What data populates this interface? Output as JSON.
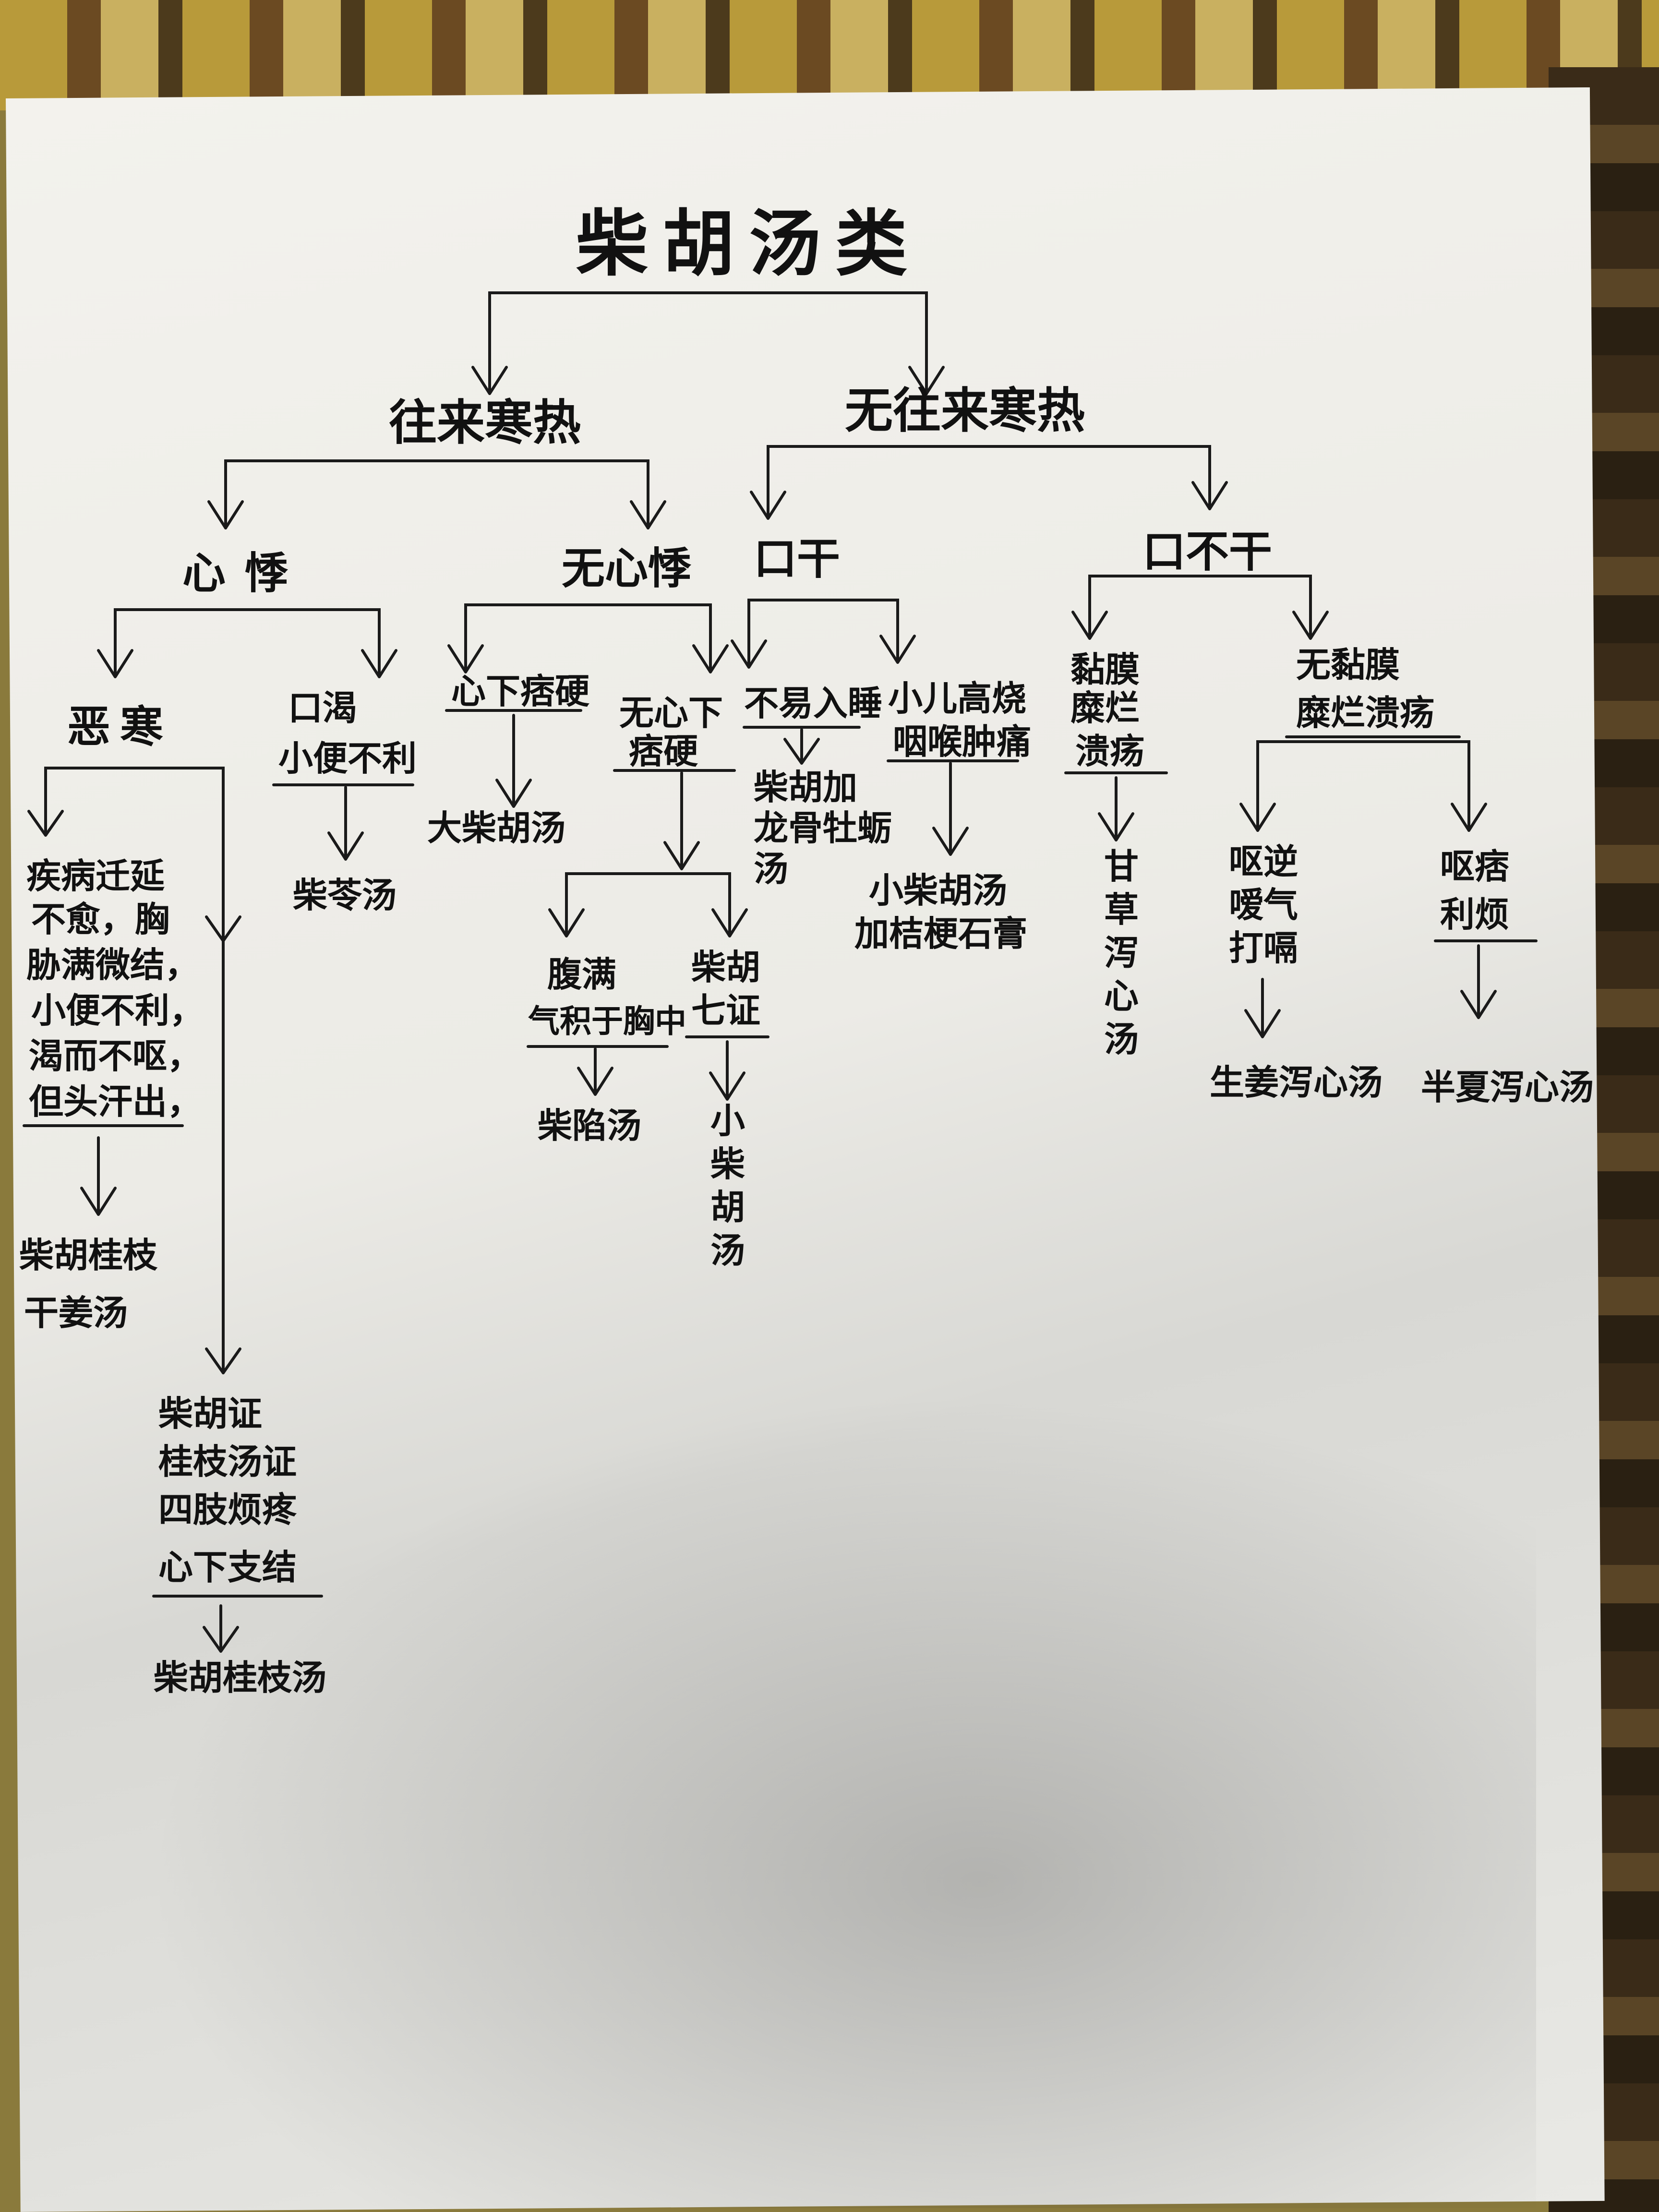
{
  "title": "柴胡汤类",
  "branches": {
    "wanglai": "往来寒热",
    "wu_wanglai": "无往来寒热"
  },
  "wanglai_children": {
    "xinji": "心悸",
    "wu_xinji": "无心悸"
  },
  "xinji_children": {
    "wuhan": "恶寒",
    "kouke": [
      "口渴",
      "小便不利"
    ]
  },
  "wuhan_children": {
    "symptoms_a": [
      "疾病迁延",
      "不愈，胸",
      "胁满微结，",
      "小便不利，",
      "渴而不呕，",
      "但头汗出，"
    ],
    "formula_a": [
      "柴胡桂枝",
      "干姜汤"
    ],
    "symptoms_b": [
      "柴胡证",
      "桂枝汤证",
      "四肢烦疼",
      "心下支结"
    ],
    "formula_b": "柴胡桂枝汤"
  },
  "kouke_formula": "柴苓汤",
  "wu_xinji_children": {
    "xinxia_pi": "心下痞硬",
    "xinxia_pi_formula": "大柴胡汤",
    "wu_xinxia_pi": [
      "无心下",
      "痞硬"
    ]
  },
  "wu_xinxia_pi_children": {
    "fuman": [
      "腹满",
      "气积于胸中"
    ],
    "fuman_formula": "柴陷汤",
    "chaihu_qi": [
      "柴胡",
      "七证"
    ],
    "chaihu_qi_formula": [
      "小",
      "柴",
      "胡",
      "汤"
    ]
  },
  "wu_wanglai_children": {
    "kougan": "口干",
    "kou_bugan": "口不干"
  },
  "kougan_children": {
    "bu_ru_shui": "不易入睡",
    "bu_ru_shui_formula": [
      "柴胡加",
      "龙骨牡蛎",
      "汤"
    ],
    "yan_tong": [
      "小儿高烧",
      "咽喉肿痛"
    ],
    "yan_tong_formula": [
      "小柴胡汤",
      "加桔梗石膏"
    ]
  },
  "kou_bugan_children": {
    "nianmo": [
      "黏膜",
      "糜烂",
      "溃疡"
    ],
    "nianmo_formula": [
      "甘",
      "草",
      "泻",
      "心",
      "汤"
    ],
    "wu_nianmo": [
      "无黏膜",
      "糜烂溃疡"
    ],
    "outu": [
      "呕逆",
      "嗳气",
      "打嗝"
    ],
    "outu_formula": "生姜泻心汤",
    "oupi": [
      "呕痞",
      "利烦"
    ],
    "oupi_formula": "半夏泻心汤"
  }
}
